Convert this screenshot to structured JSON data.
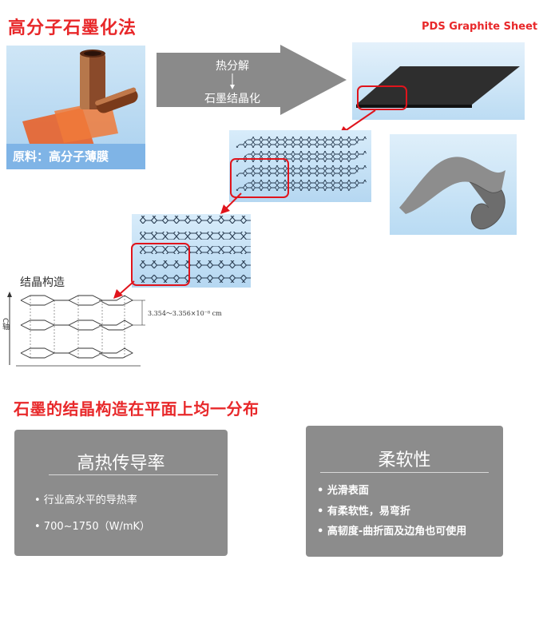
{
  "title": "高分子石墨化法",
  "pds_label": "PDS Graphite Sheet",
  "raw_caption": "原料：高分子薄膜",
  "process": {
    "step1": "热分解",
    "step2": "石墨结晶化"
  },
  "structure": {
    "label": "结晶构造",
    "axis_label": "C轴",
    "spacing": "3.354～3.356×10⁻⁸ cm"
  },
  "subtitle": "石墨的结晶构造在平面上均一分布",
  "cards": [
    {
      "title": "高热传导率",
      "items": [
        "•  行业高水平的导热率",
        "•  700~1750（W/mK）"
      ]
    },
    {
      "title": "柔软性",
      "items": [
        "• 光滑表面",
        "• 有柔软性，易弯折",
        "• 高韧度-曲折面及边角也可使用"
      ]
    }
  ],
  "colors": {
    "accent_red": "#e8282a",
    "card_gray": "#8c8c8c",
    "caption_blue": "#7fb4e6"
  }
}
